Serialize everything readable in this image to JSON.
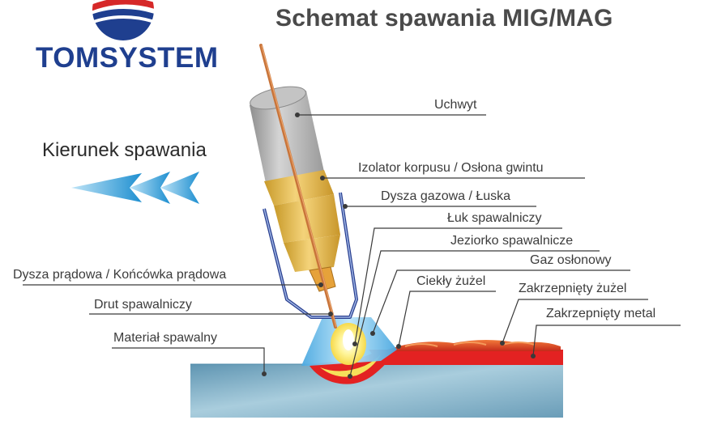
{
  "header": {
    "title": "Schemat spawania MIG/MAG",
    "brand": "TOMSYSTEM"
  },
  "direction": {
    "label": "Kierunek spawania",
    "arrow_icon": "triple-chevron-left-icon"
  },
  "labels": {
    "uchwyt": "Uchwyt",
    "izolator": "Izolator korpusu / Osłona gwintu",
    "dysza_gazowa": "Dysza gazowa / Łuska",
    "luk": "Łuk spawalniczy",
    "jeziorko": "Jeziorko spawalnicze",
    "gaz": "Gaz osłonowy",
    "ciekly_zuzel": "Ciekły żużel",
    "zakrzepniety_zuzel": "Zakrzepnięty żużel",
    "zakrzepniety_metal": "Zakrzepnięty metal",
    "dysza_pradowa": "Dysza prądowa / Końcówka prądowa",
    "drut": "Drut spawalniczy",
    "material": "Materiał spawalny"
  },
  "colors": {
    "brand_blue": "#1f3f8f",
    "brand_red": "#d62828",
    "arrow_blue": "#3aa0d8",
    "metal": "#7fb0c8",
    "nozzle_gold": "#e4b84a",
    "holder_gray": "#b7b7b7",
    "wire_copper": "#c8743a",
    "weld_red": "#e32222",
    "shield_gas_blue": "#6ec4f0"
  }
}
